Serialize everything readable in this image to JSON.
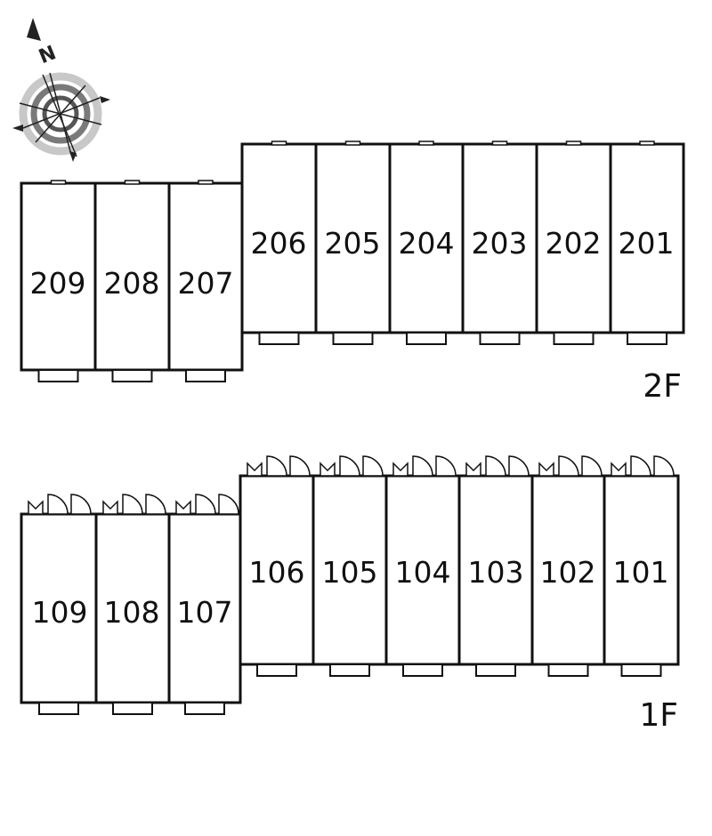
{
  "compass": {
    "north_label": "N"
  },
  "floor2": {
    "label": "2F",
    "units": [
      "209",
      "208",
      "207",
      "206",
      "205",
      "204",
      "203",
      "202",
      "201"
    ]
  },
  "floor1": {
    "label": "1F",
    "units": [
      "109",
      "108",
      "107",
      "106",
      "105",
      "104",
      "103",
      "102",
      "101"
    ]
  }
}
